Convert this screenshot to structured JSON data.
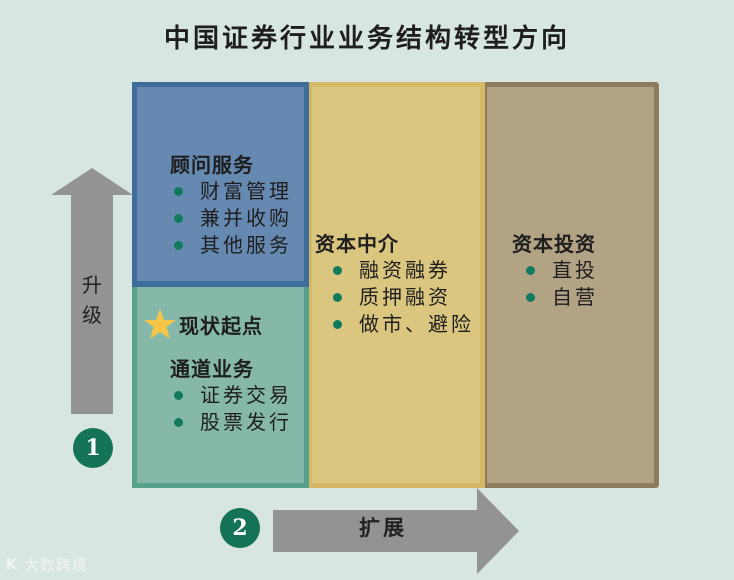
{
  "title": "中国证券行业业务结构转型方向",
  "colors": {
    "background": "#d8e6e1",
    "advisory_fill": "#6689b1",
    "advisory_border": "#3e6d9a",
    "channel_fill": "#86b8aa",
    "channel_border": "#57a08c",
    "intermediary_fill": "#dbc67f",
    "intermediary_border": "#d4b866",
    "investment_fill": "#b1a384",
    "investment_border": "#8d7c5b",
    "arrow": "#939396",
    "bullet": "#127a5c",
    "circle": "#157457",
    "star": "#f6c548"
  },
  "advisory": {
    "heading": "顾问服务",
    "items": [
      "财富管理",
      "兼并收购",
      "其他服务"
    ]
  },
  "channel": {
    "marker_label": "现状起点",
    "heading": "通道业务",
    "items": [
      "证券交易",
      "股票发行"
    ]
  },
  "intermediary": {
    "heading": "资本中介",
    "items": [
      "融资融券",
      "质押融资",
      "做市、避险"
    ]
  },
  "investment": {
    "heading": "资本投资",
    "items": [
      "直投",
      "自营"
    ]
  },
  "axes": {
    "vertical": {
      "number": "1",
      "label_line1": "升",
      "label_line2": "级"
    },
    "horizontal": {
      "number": "2",
      "label": "扩展"
    }
  },
  "watermark": {
    "logo": "K",
    "text": "大数跨境"
  }
}
